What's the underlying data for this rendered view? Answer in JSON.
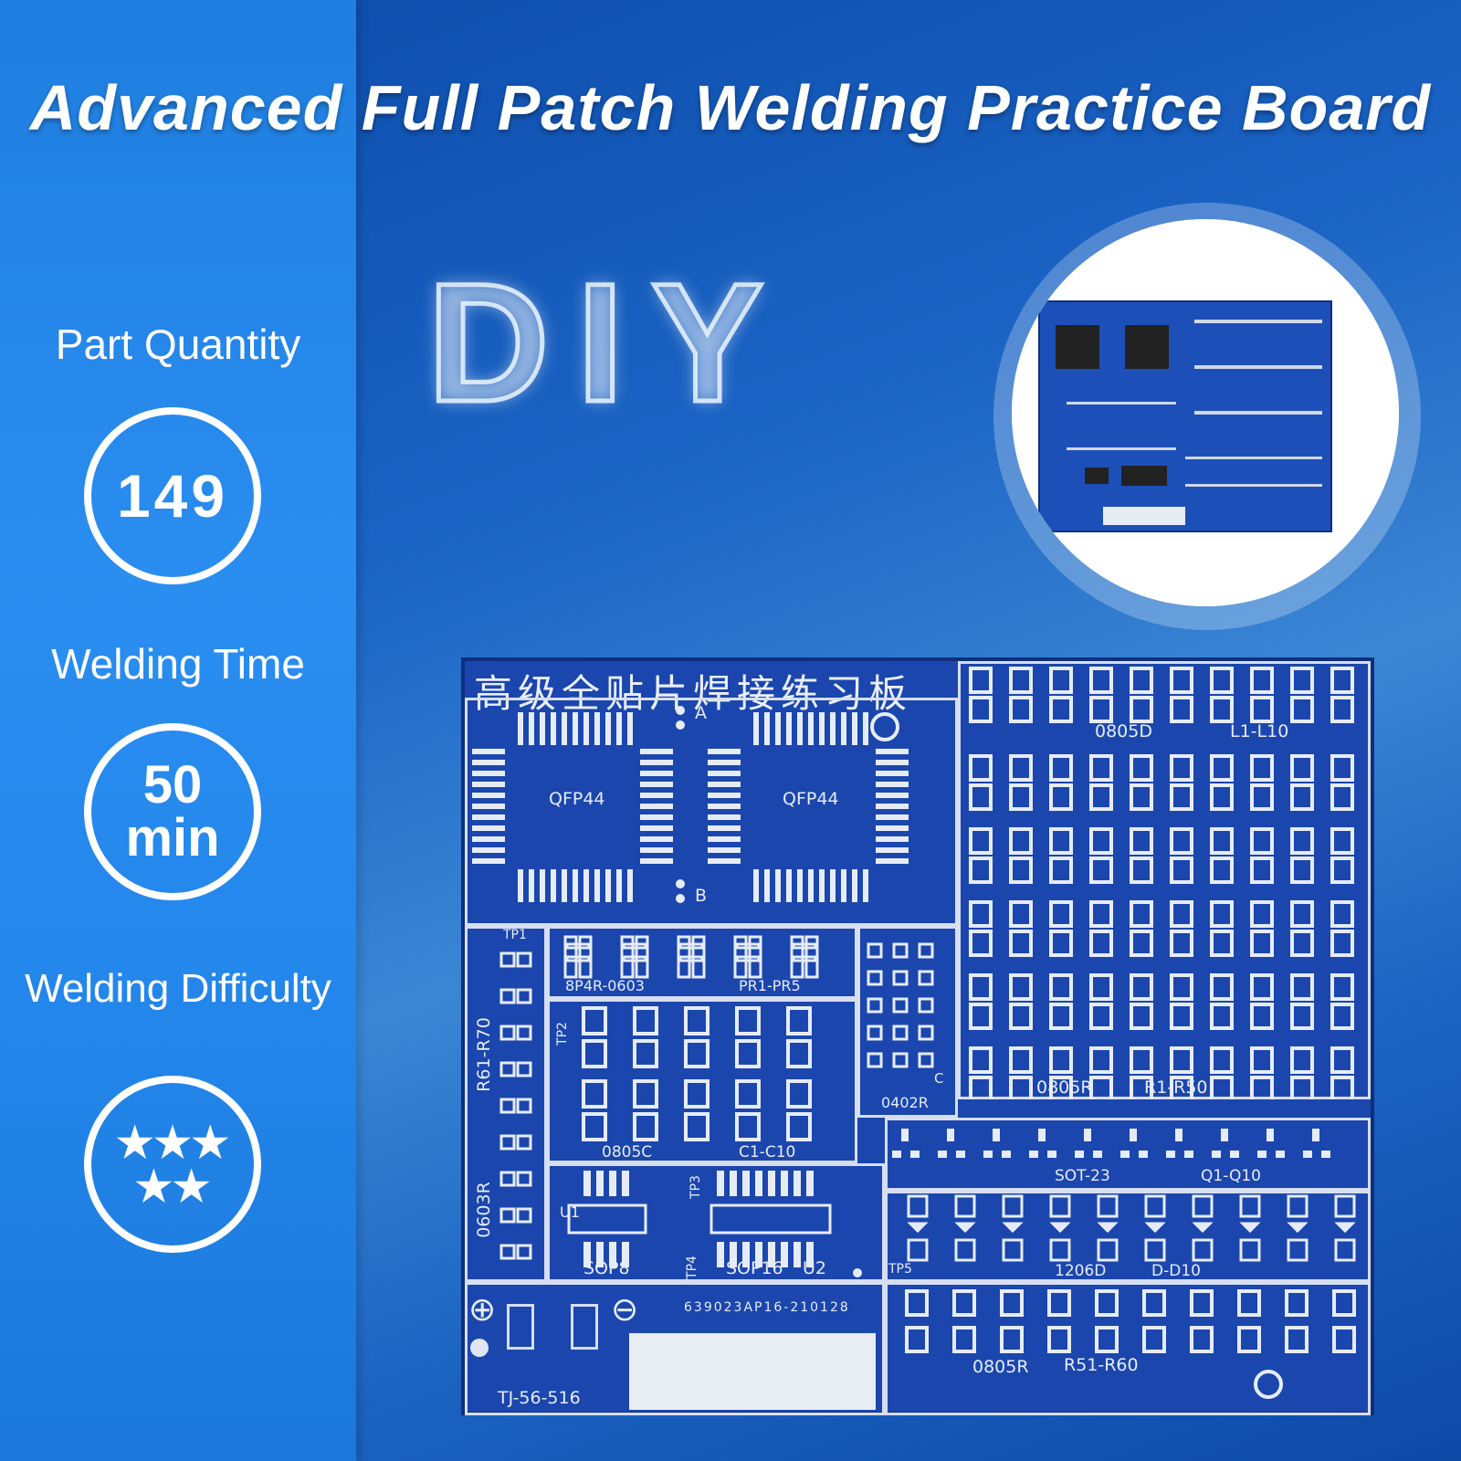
{
  "title": "Advanced Full Patch Welding Practice Board",
  "hero_text": "DIY",
  "stats": {
    "part_quantity": {
      "label": "Part Quantity",
      "value": "149"
    },
    "welding_time": {
      "label": "Welding Time",
      "value_num": "50",
      "value_unit": "min"
    },
    "welding_difficulty": {
      "label": "Welding Difficulty",
      "stars": 5,
      "star_row1": "★★★",
      "star_row2": "★★"
    }
  },
  "pcb": {
    "title_cn": "高级全贴片焊接练习板",
    "qfp_left": "QFP44",
    "qfp_right": "QFP44",
    "mark_a": "A",
    "mark_b": "B",
    "mark_c": "C",
    "label_0805d": "0805D",
    "label_l1_l10": "L1-L10",
    "label_0805r_top": "0805R",
    "label_r1_r50": "R1-R50",
    "label_tp1": "TP1",
    "label_tp2": "TP2",
    "label_tp3": "TP3",
    "label_tp4": "TP4",
    "label_tp5": "TP5",
    "label_r61_r70": "R61-R70",
    "label_0603r": "0603R",
    "label_8p4r": "8P4R-0603",
    "label_pr1_pr5": "PR1-PR5",
    "label_0402r": "0402R",
    "label_0805c": "0805C",
    "label_c1_c10": "C1-C10",
    "label_sot23": "SOT-23",
    "label_q1_q10": "Q1-Q10",
    "label_u1": "U1",
    "label_sop8": "SOP8",
    "label_sop16": "SOP16",
    "label_u2": "U2",
    "label_1206d": "1206D",
    "label_d_d10": "D-D10",
    "label_0805r_bottom": "0805R",
    "label_r51_r60": "R51-R60",
    "label_code": "639023AP16-210128",
    "label_tj": "TJ-56-516",
    "label_plus": "⊕",
    "label_minus": "⊖"
  },
  "colors": {
    "accent_blue": "#2a8df0",
    "pcb_blue": "#1b46ad",
    "silkscreen": "#e6ecf7"
  }
}
